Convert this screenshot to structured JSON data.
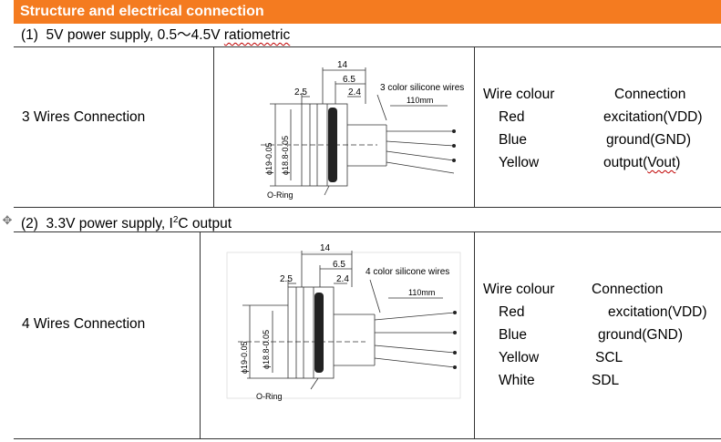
{
  "header": {
    "title": "Structure and electrical connection"
  },
  "section1": {
    "title": "(1)  5V power supply, 0.5～4.5V ",
    "title_marked": "ratiometric",
    "row_label": "3 Wires Connection",
    "diagram": {
      "dim_14": "14",
      "dim_6_5": "6.5",
      "dim_2_5": "2.5",
      "dim_2_4": "2.4",
      "dim_110": "110mm",
      "dia_outer": "ϕ19-0.05",
      "dia_inner": "ϕ18.8-0.05",
      "wires_note": "3 color silicone wires",
      "oring": "O-Ring"
    },
    "table": {
      "col1_header": "Wire colour",
      "col2_header": "Connection",
      "rows": [
        {
          "color": "Red",
          "connection": "excitation(VDD)"
        },
        {
          "color": "Blue",
          "connection": "ground(GND)"
        },
        {
          "color": "Yellow",
          "connection_prefix": "output(",
          "connection_marked": "Vout",
          "connection_suffix": ")"
        }
      ]
    }
  },
  "section2": {
    "title_prefix": "(2)  3.3V power supply, I",
    "title_sup": "2",
    "title_suffix": "C output",
    "row_label": "4 Wires Connection",
    "diagram": {
      "dim_14": "14",
      "dim_6_5": "6.5",
      "dim_2_5": "2.5",
      "dim_2_4": "2.4",
      "dim_110": "110mm",
      "dia_outer": "ϕ19-0.05",
      "dia_inner": "ϕ18.8-0.05",
      "wires_note": "4 color silicone wires",
      "oring": "O-Ring"
    },
    "table": {
      "col1_header": "Wire colour",
      "col2_header": "Connection",
      "rows": [
        {
          "color": "Red",
          "connection": "excitation(VDD)"
        },
        {
          "color": "Blue",
          "connection": "ground(GND)"
        },
        {
          "color": "Yellow",
          "connection": "SCL"
        },
        {
          "color": "White",
          "connection": "SDL"
        }
      ]
    }
  },
  "icons": {
    "move_handle": "move-icon"
  }
}
